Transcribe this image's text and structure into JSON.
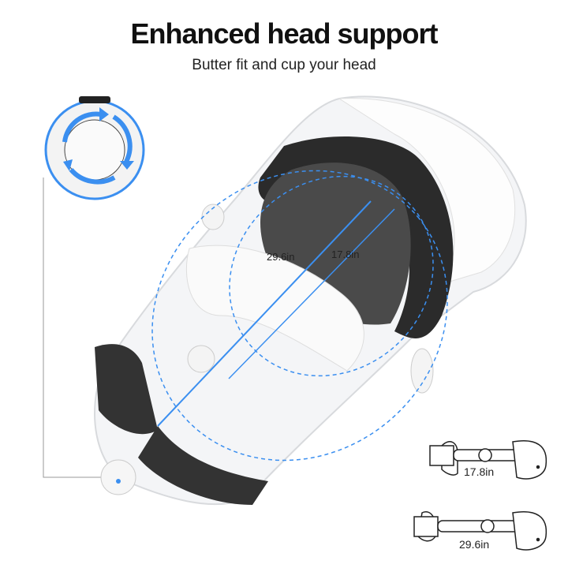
{
  "header": {
    "title": "Enhanced head support",
    "subtitle": "Butter fit and cup your head"
  },
  "main": {
    "measure_long": "29.6in",
    "measure_short": "17.8in",
    "accent_color": "#3b8ff0",
    "icon": "rotate-dial-icon"
  },
  "diagrams": [
    {
      "label": "17.8in"
    },
    {
      "label": "29.6in"
    }
  ]
}
